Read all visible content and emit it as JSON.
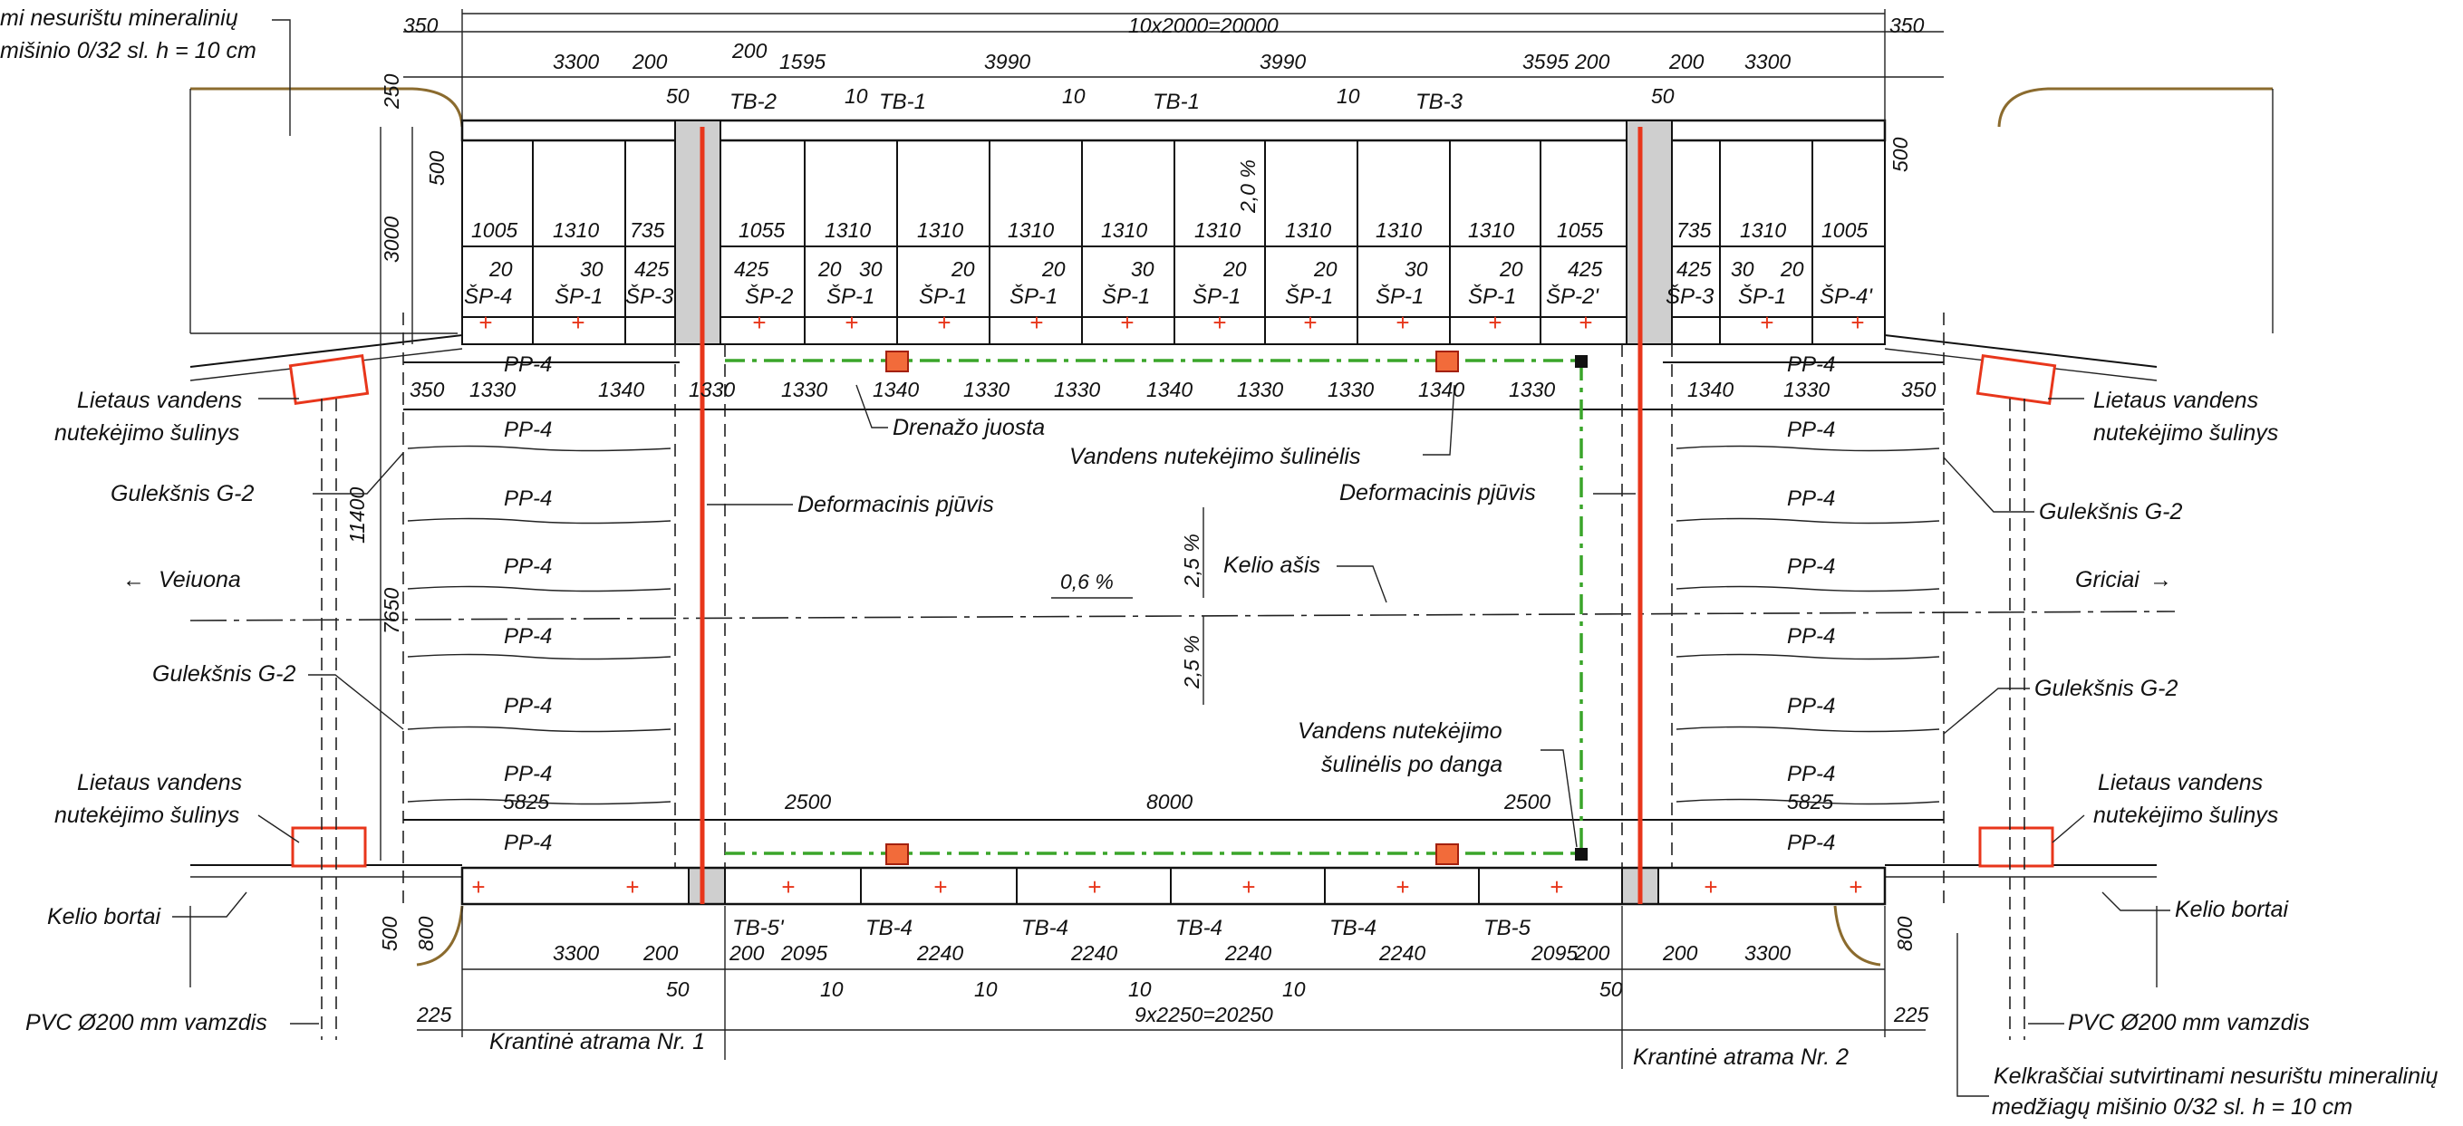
{
  "dims_top": {
    "total": "10x2000=20000",
    "left_350": "350",
    "right_350": "350",
    "d3300_l": "3300",
    "d200_a": "200",
    "d200_b": "200",
    "d1595": "1595",
    "d3990_a": "3990",
    "d3990_b": "3990",
    "d3595": "3595",
    "d200_c": "200",
    "d200_d": "200",
    "d3300_r": "3300",
    "d50_l": "50",
    "d10_a": "10",
    "d10_b": "10",
    "d10_c": "10",
    "d50_r": "50",
    "d250": "250",
    "d500_l": "500",
    "d500_r": "500",
    "d3000": "3000",
    "d11400": "11400",
    "d7650": "7650"
  },
  "beams_top": [
    "TB-2",
    "TB-1",
    "TB-1",
    "TB-3"
  ],
  "slab_widths": [
    "1005",
    "1310",
    "735",
    "1055",
    "1310",
    "1310",
    "1310",
    "1310",
    "1310",
    "1310",
    "1310",
    "1310",
    "1055",
    "735",
    "1310",
    "1005"
  ],
  "slab_gaps": [
    "20",
    "30",
    "425",
    "425",
    "20",
    "30",
    "20",
    "20",
    "30",
    "20",
    "20",
    "30",
    "20",
    "425",
    "425",
    "30",
    "20"
  ],
  "slabs": [
    "ŠP-4",
    "ŠP-1",
    "ŠP-3",
    "ŠP-2",
    "ŠP-1",
    "ŠP-1",
    "ŠP-1",
    "ŠP-1",
    "ŠP-1",
    "ŠP-1",
    "ŠP-1",
    "ŠP-1",
    "ŠP-2'",
    "ŠP-3",
    "ŠP-1",
    "ŠP-4'"
  ],
  "slope_top": "2,0 %",
  "row_dims": [
    "350",
    "1330",
    "1340",
    "1330",
    "1330",
    "1340",
    "1330",
    "1330",
    "1340",
    "1330",
    "1330",
    "1340",
    "1330",
    "1340",
    "1330",
    "350"
  ],
  "pp4": "PP-4",
  "slope_cross_up": "2,5 %",
  "slope_cross_down": "2,5 %",
  "slope_long": "0,6 %",
  "bottom_row": {
    "d5825_l": "5825",
    "d2500_l": "2500",
    "d8000": "8000",
    "d2500_r": "2500",
    "d5825_r": "5825"
  },
  "beams_bottom": [
    "TB-5'",
    "TB-4",
    "TB-4",
    "TB-4",
    "TB-4",
    "TB-5"
  ],
  "dims_bottom": {
    "d3300_l": "3300",
    "d200_a": "200",
    "d200_b": "200",
    "d2095_a": "2095",
    "d2240_a": "2240",
    "d2240_b": "2240",
    "d2240_c": "2240",
    "d2240_d": "2240",
    "d2095_b": "2095",
    "d200_c": "200",
    "d200_d": "200",
    "d3300_r": "3300",
    "d50_l": "50",
    "d10_a": "10",
    "d10_b": "10",
    "d10_c": "10",
    "d10_d": "10",
    "d50_r": "50",
    "d225_l": "225",
    "d225_r": "225",
    "d500": "500",
    "d800_l": "800",
    "d800_r": "800",
    "total": "9x2250=20250"
  },
  "labels": {
    "top_left_note_1": "mi nesurištu mineralinių",
    "top_left_note_2": "mišinio 0/32 sl. h = 10 cm",
    "rain_1": "Lietaus vandens",
    "rain_2": "nutekėjimo šulinys",
    "gutter": "Gulekšnis G-2",
    "veiluona": "Veiuona",
    "griciai": "Griciai",
    "drainage": "Drenažo juosta",
    "inlet": "Vandens nutekėjimo šulinėlis",
    "deform": "Deformacinis pjūvis",
    "road_axis": "Kelio ašis",
    "inlet_under_1": "Vandens nutekėjimo",
    "inlet_under_2": "šulinėlis po danga",
    "curb": "Kelio bortai",
    "pvc": "PVC Ø200 mm vamzdis",
    "abut_1": "Krantinė atrama Nr. 1",
    "abut_2": "Krantinė atrama Nr. 2",
    "bottom_note_1": "Kelkraščiai sutvirtinami nesurištu mineralinių",
    "bottom_note_2": "medžiagų mišinio 0/32 sl. h = 10 cm"
  },
  "arrows": {
    "left": "←",
    "right": "→"
  },
  "colors": {
    "joint": "#e8361b",
    "drain": "#3aa52a",
    "earth": "#8b6b2e"
  }
}
